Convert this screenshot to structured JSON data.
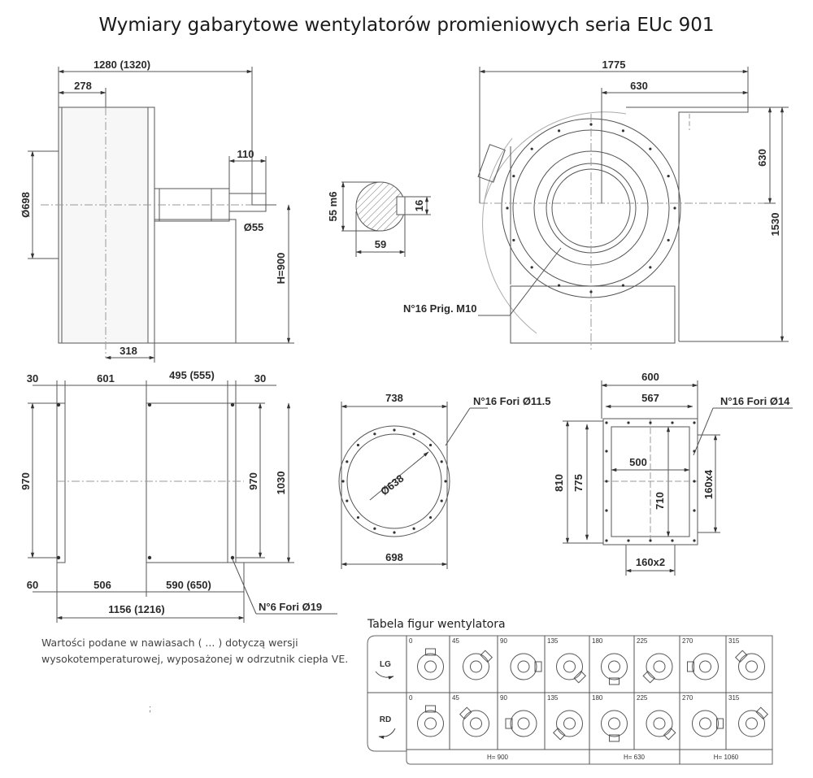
{
  "title": "Wymiary gabarytowe wentylatorów promieniowych seria EUc 901",
  "side_view": {
    "overall": "1280 (1320)",
    "inlet": "278",
    "shaft": "110",
    "diameter": "Ø698",
    "shaft_dia": "Ø55",
    "height": "H=900",
    "base": "318"
  },
  "shaft_section": {
    "tolerance": "55 m6",
    "key": "16",
    "width": "59"
  },
  "front_view": {
    "overall": "1775",
    "outlet_w": "630",
    "outlet_h": "630",
    "total_h": "1530",
    "bolt_note": "N°16 Prig. M10"
  },
  "base_view": {
    "d30a": "30",
    "d601": "601",
    "d495": "495 (555)",
    "d30b": "30",
    "h970a": "970",
    "h970b": "970",
    "h1030": "1030",
    "d60": "60",
    "d506": "506",
    "d590": "590 (650)",
    "total": "1156 (1216)",
    "holes": "N°6 Fori Ø19"
  },
  "inlet_flange": {
    "d738": "738",
    "d638": "Ø638",
    "d698": "698",
    "holes": "N°16 Fori Ø11.5"
  },
  "outlet_flange": {
    "d600": "600",
    "d567": "567",
    "d500": "500",
    "h810": "810",
    "h775": "775",
    "h710": "710",
    "pitch_v": "160x4",
    "pitch_h": "160x2",
    "holes": "N°16 Fori Ø14"
  },
  "note": "Wartości podane w nawiasach ( ... ) dotyczą wersji wysokotemperaturowej, wyposażonej w odrzutnik ciepła VE.",
  "stray_mark": ";",
  "table": {
    "title": "Tabela figur wentylatora",
    "rows": [
      "LG",
      "RD"
    ],
    "angles": [
      "0",
      "45",
      "90",
      "135",
      "180",
      "225",
      "270",
      "315"
    ],
    "heights": [
      "H= 900",
      "H= 630",
      "H= 1060"
    ]
  }
}
